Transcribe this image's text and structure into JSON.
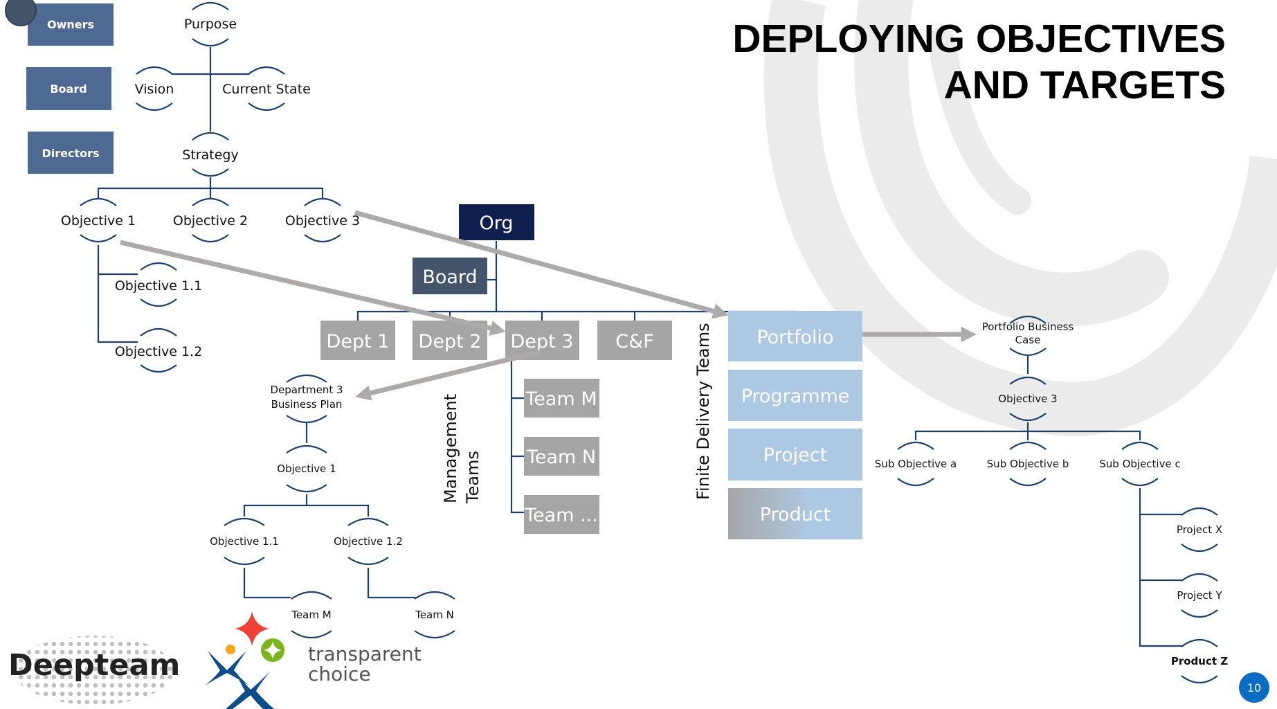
{
  "slide": {
    "title_line1": "DEPLOYING OBJECTIVES",
    "title_line2": "AND TARGETS",
    "page_number": "10"
  },
  "colors": {
    "role_box": "#4f6a92",
    "org_box": "#0f1f4f",
    "board_box": "#44546a",
    "dept_box": "#a5a5a5",
    "delivery_box": "#adc8e2",
    "connector": "#1f3f66",
    "arrow": "#aeaaaa",
    "background_arc": "#ebebeb",
    "page_badge": "#0b6cc4"
  },
  "roles": [
    {
      "label": "Owners"
    },
    {
      "label": "Board"
    },
    {
      "label": "Directors"
    }
  ],
  "strategy_tree": {
    "purpose": "Purpose",
    "vision": "Vision",
    "current_state": "Current State",
    "strategy": "Strategy",
    "objectives": [
      "Objective 1",
      "Objective 2",
      "Objective 3"
    ],
    "sub_objectives": [
      "Objective 1.1",
      "Objective 1.2"
    ]
  },
  "org_chart": {
    "org": "Org",
    "board": "Board",
    "departments": [
      "Dept 1",
      "Dept 2",
      "Dept 3",
      "C&F"
    ],
    "teams": [
      "Team M",
      "Team N",
      "Team ..."
    ],
    "management_label_line1": "Management",
    "management_label_line2": "Teams"
  },
  "delivery": {
    "label": "Finite Delivery Teams",
    "items": [
      "Portfolio",
      "Programme",
      "Project",
      "Product"
    ]
  },
  "dept_plan": {
    "title_line1": "Department 3",
    "title_line2": "Business Plan",
    "objective": "Objective 1",
    "sub_objectives": [
      "Objective 1.1",
      "Objective 1.2"
    ],
    "teams": [
      "Team M",
      "Team N"
    ]
  },
  "portfolio_case": {
    "title_line1": "Portfolio  Business",
    "title_line2": "Case",
    "objective": "Objective 3",
    "sub_objectives": [
      "Sub Objective a",
      "Sub Objective b",
      "Sub Objective c"
    ],
    "deliverables": [
      "Project X",
      "Project Y",
      "Product Z"
    ]
  },
  "logos": {
    "deepteam": "Deepteam",
    "transparent_line1": "transparent",
    "transparent_line2": "choice"
  }
}
